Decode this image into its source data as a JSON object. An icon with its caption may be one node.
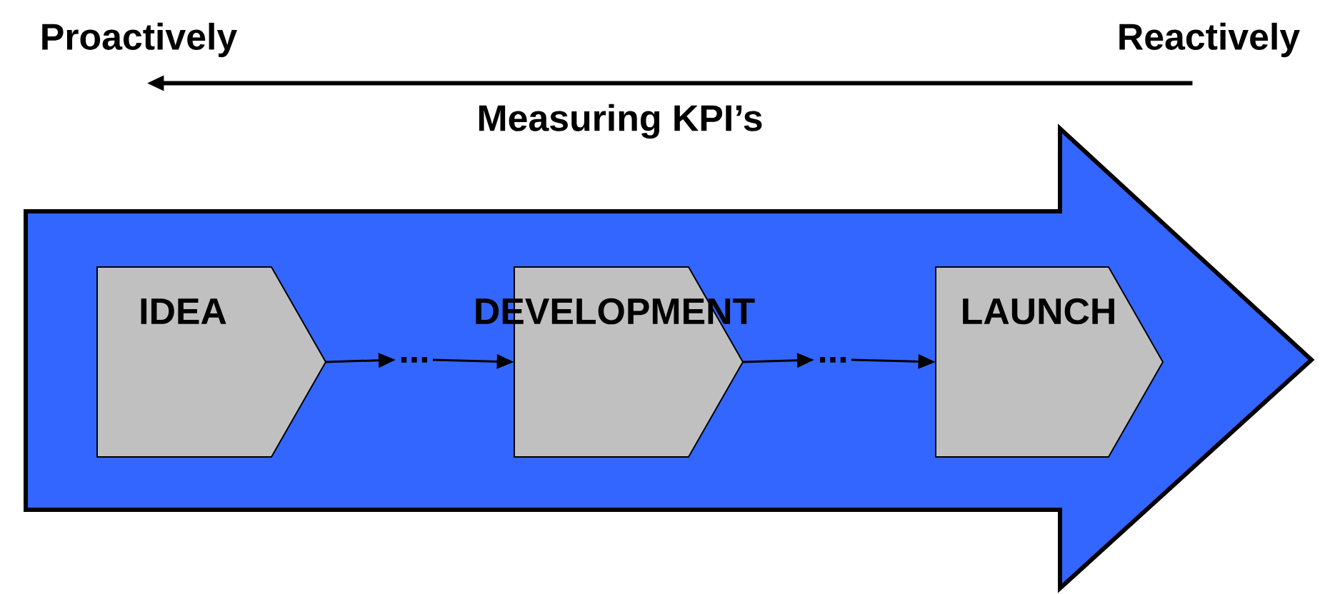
{
  "diagram": {
    "nodes": [
      {
        "text": [
          "Proactively"
        ]
      },
      {
        "text": [
          "Reactively"
        ]
      },
      {
        "text": [],
        "shape": "arrow"
      },
      {
        "text": [
          "IDEA"
        ],
        "in": 2
      },
      {
        "text": [
          "..."
        ],
        "in": 2
      },
      {
        "text": [
          "DEVELOPMENT"
        ],
        "in": 2
      },
      {
        "text": [
          "..."
        ],
        "in": 2
      },
      {
        "text": [
          "LAUNCH"
        ],
        "in": 2
      }
    ],
    "edges": [
      {
        "from": 1,
        "to": 0,
        "arrow": "to",
        "label": "Measuring KPI’s",
        "style": "thick"
      },
      {
        "from": 3,
        "to": 4,
        "arrow": "to"
      },
      {
        "from": 4,
        "to": 5,
        "arrow": "to"
      },
      {
        "from": 5,
        "to": 6,
        "arrow": "to"
      },
      {
        "from": 6,
        "to": 7,
        "arrow": "to"
      }
    ]
  }
}
